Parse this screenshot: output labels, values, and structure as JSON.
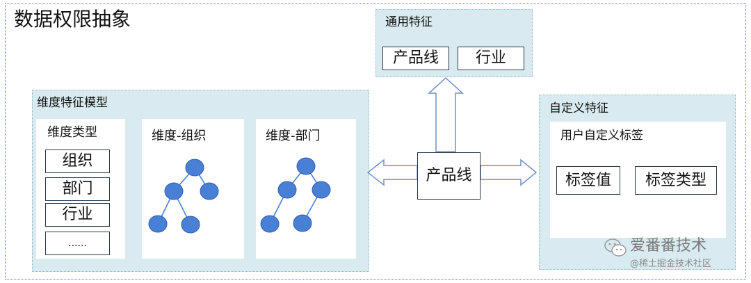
{
  "title": "数据权限抽象",
  "common_features": {
    "title": "通用特征",
    "items": [
      "产品线",
      "行业"
    ]
  },
  "dimension_model": {
    "title": "维度特征模型",
    "types_title": "维度类型",
    "types": [
      "组织",
      "部门",
      "行业",
      "......"
    ],
    "tree_org_title": "维度-组织",
    "tree_dept_title": "维度-部门"
  },
  "center": {
    "label": "产品线"
  },
  "custom_features": {
    "title": "自定义特征",
    "tag_title": "用户自定义标签",
    "tag_value": "标签值",
    "tag_type": "标签类型"
  },
  "watermark": {
    "brand": "爱番番技术",
    "sub": "@稀土掘金技术社区"
  },
  "colors": {
    "panel_fill": "#d9ebf0",
    "node_fill": "#4a7fd6",
    "arrow_stroke": "#6d8fc6",
    "frame_border": "#5a72b8"
  }
}
